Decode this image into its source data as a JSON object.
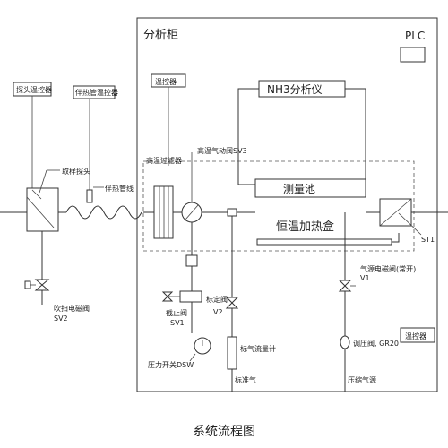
{
  "cabinet": {
    "title": "分析柜",
    "plc": "PLC"
  },
  "labels": {
    "probe_temp_ctrl": "探头温控器",
    "heat_pipe_temp_ctrl": "伴热管温控器",
    "sampling_probe": "取样探头",
    "heat_trace_pipe": "伴热管线",
    "cabinet_temp_ctrl": "温控器",
    "nh3_analyzer": "NH3分析仪",
    "high_temp_filter": "高温过滤器",
    "high_temp_pneumatic_valve": "高温气动阀SV3",
    "measuring_cell": "测量池",
    "constant_temp_box": "恒温加热盒",
    "st1": "ST1",
    "blowback_solenoid": "吹扫电磁阀",
    "sv2": "SV2",
    "stop_valve": "截止阀",
    "sv1": "SV1",
    "cal_valve": "标定阀",
    "v2": "V2",
    "gas_solenoid": "气源电磁阀(常开)",
    "v1": "V1",
    "pressure_switch": "压力开关DSW",
    "std_flowmeter": "标气流量计",
    "std_gas": "标准气",
    "regulator": "调压阀, GR20",
    "compressed_air": "压缩气源",
    "bottom_temp_ctrl": "温控器"
  },
  "caption": "系统流程图"
}
